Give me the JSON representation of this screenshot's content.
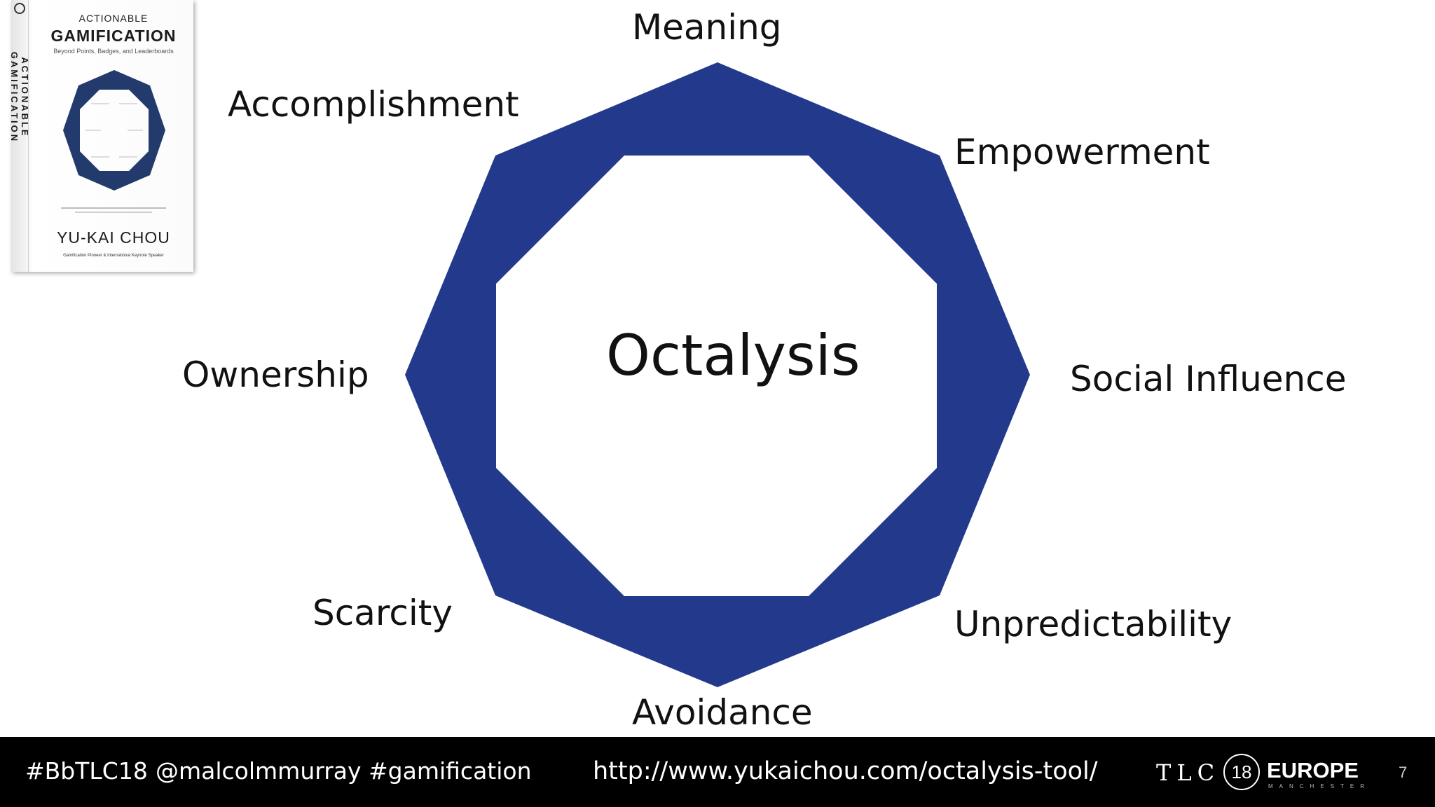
{
  "slide": {
    "center_label": "Octalysis",
    "drives": [
      {
        "id": "meaning",
        "label": "Meaning"
      },
      {
        "id": "empowerment",
        "label": "Empowerment"
      },
      {
        "id": "social-influence",
        "label": "Social Influence"
      },
      {
        "id": "unpredictability",
        "label": "Unpredictability"
      },
      {
        "id": "avoidance",
        "label": "Avoidance"
      },
      {
        "id": "scarcity",
        "label": "Scarcity"
      },
      {
        "id": "ownership",
        "label": "Ownership"
      },
      {
        "id": "accomplishment",
        "label": "Accomplishment"
      }
    ],
    "colors": {
      "octagon_fill": "#233a8c",
      "background": "#ffffff",
      "text": "#111111",
      "footer": "#000000"
    },
    "slide_number": "7"
  },
  "book": {
    "series": "ACTIONABLE",
    "title": "GAMIFICATION",
    "subtitle": "Beyond Points, Badges, and Leaderboards",
    "spine_text": "ACTIONABLE GAMIFICATION",
    "author": "YU-KAI CHOU",
    "author_tagline": "Gamification Pioneer & International Keynote Speaker"
  },
  "footer": {
    "hashtag_event": "#BbTLC18",
    "handle": "@malcolmmurray",
    "hashtag_topic": "#gamification",
    "url": "http://www.yukaichou.com/octalysis-tool/",
    "logo": {
      "text": "TLC",
      "number": "18",
      "region": "EUROPE",
      "city": "MANCHESTER"
    }
  }
}
